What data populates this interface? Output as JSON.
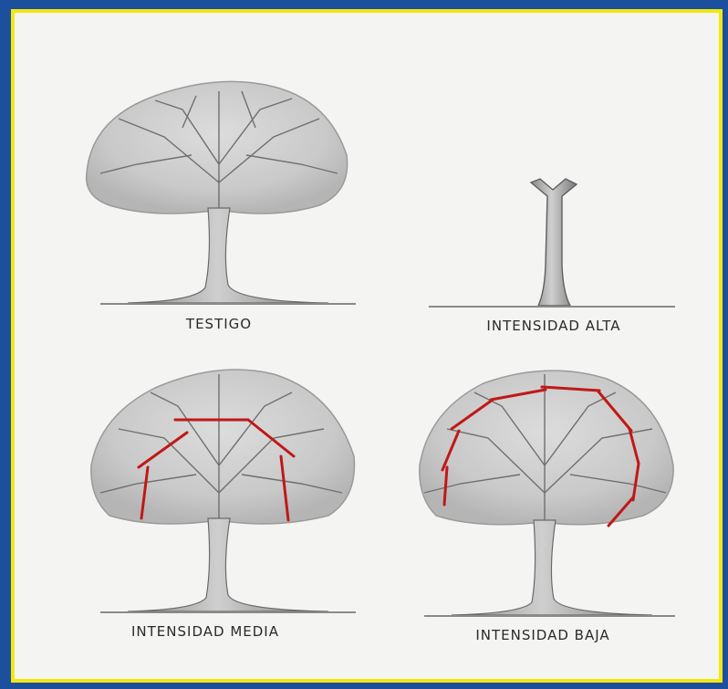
{
  "figure": {
    "panels": [
      {
        "label": "TESTIGO",
        "pruning": "none"
      },
      {
        "label": "INTENSIDAD ALTA",
        "pruning": "high"
      },
      {
        "label": "INTENSIDAD MEDIA",
        "pruning": "medium"
      },
      {
        "label": "INTENSIDAD BAJA",
        "pruning": "low"
      }
    ],
    "colors": {
      "background": "#1c4f9c",
      "border": "#f2e80f",
      "paper": "#f4f4f2",
      "pencil": "#555555",
      "cut_line": "#c01818"
    }
  }
}
